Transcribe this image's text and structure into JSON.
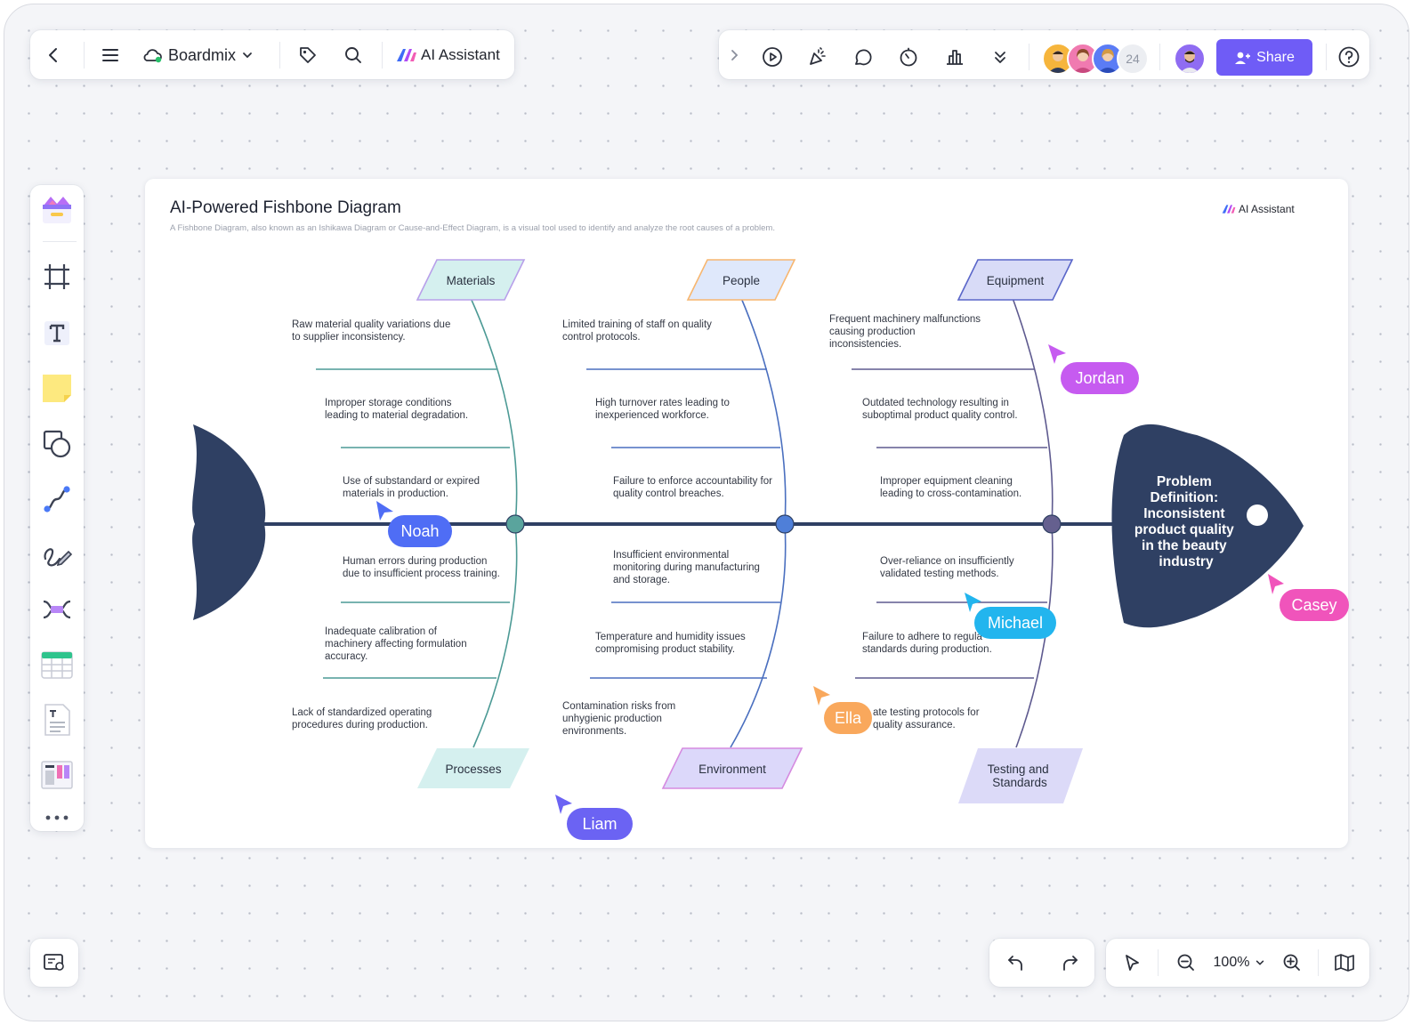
{
  "app": {
    "workspace_name": "Boardmix",
    "ai_assistant_label": "AI Assistant",
    "share_label": "Share",
    "collaborator_count": "24",
    "zoom_level": "100%"
  },
  "board": {
    "title": "AI-Powered Fishbone Diagram",
    "subtitle": "A Fishbone Diagram, also known as an Ishikawa Diagram or Cause-and-Effect Diagram, is a visual tool used to identify and analyze the root causes of a problem.",
    "ai_badge": "AI Assistant",
    "problem": [
      "Problem",
      "Definition:",
      "Inconsistent",
      "product quality",
      "in the beauty",
      "industry"
    ],
    "categories": {
      "materials": "Materials",
      "people": "People",
      "equipment": "Equipment",
      "processes": "Processes",
      "environment": "Environment",
      "testing": [
        "Testing and",
        "Standards"
      ]
    },
    "causes": {
      "materials_1": [
        "Raw material quality variations due",
        "to supplier inconsistency."
      ],
      "materials_2": [
        "Improper storage conditions",
        "leading to material degradation."
      ],
      "materials_3": [
        "Use of substandard or expired",
        "materials in production."
      ],
      "people_1": [
        "Limited training of staff on quality",
        "control protocols."
      ],
      "people_2": [
        "High turnover rates leading to",
        "inexperienced workforce."
      ],
      "people_3": [
        "Failure to enforce accountability for",
        "quality control breaches."
      ],
      "equipment_1": [
        "Frequent machinery malfunctions",
        "causing production",
        "inconsistencies."
      ],
      "equipment_2": [
        "Outdated technology resulting in",
        "suboptimal product quality control."
      ],
      "equipment_3": [
        "Improper equipment cleaning",
        "leading to cross-contamination."
      ],
      "processes_1": [
        "Human errors during production",
        "due to insufficient process training."
      ],
      "processes_2": [
        "Inadequate calibration of",
        "machinery affecting formulation",
        "accuracy."
      ],
      "processes_3": [
        "Lack of standardized operating",
        "procedures during production."
      ],
      "environment_1": [
        "Insufficient environmental",
        "monitoring during manufacturing",
        "and storage."
      ],
      "environment_2": [
        "Temperature and humidity issues",
        "compromising product stability."
      ],
      "environment_3": [
        "Contamination risks from",
        "unhygienic production",
        "environments."
      ],
      "testing_1": [
        "Over-reliance on insufficiently",
        "validated testing methods."
      ],
      "testing_2": [
        "Failure to adhere to regula",
        "standards during production."
      ],
      "testing_3": [
        "ate testing protocols for",
        "quality assurance."
      ]
    }
  },
  "cursors": [
    {
      "name": "Jordan",
      "color": "#c65bf0"
    },
    {
      "name": "Noah",
      "color": "#4f6df5"
    },
    {
      "name": "Michael",
      "color": "#22b5ee"
    },
    {
      "name": "Ella",
      "color": "#f9a85c"
    },
    {
      "name": "Liam",
      "color": "#6b63f3"
    },
    {
      "name": "Casey",
      "color": "#f054bb"
    }
  ],
  "icons": [
    "back-icon",
    "menu-icon",
    "cloud-icon",
    "chevron-down-icon",
    "tag-icon",
    "search-icon",
    "ai-logo-icon",
    "expand-icon",
    "play-icon",
    "celebrate-icon",
    "comment-icon",
    "timer-icon",
    "vote-icon",
    "more-icon",
    "help-icon",
    "template-icon",
    "frame-icon",
    "text-icon",
    "sticky-note-icon",
    "shape-icon",
    "connector-icon",
    "pen-icon",
    "mind-map-icon",
    "table-icon",
    "document-icon",
    "layout-icon",
    "more-tools-icon",
    "map-view-icon",
    "undo-icon",
    "redo-icon",
    "select-icon",
    "zoom-out-icon",
    "zoom-in-icon",
    "book-icon"
  ]
}
